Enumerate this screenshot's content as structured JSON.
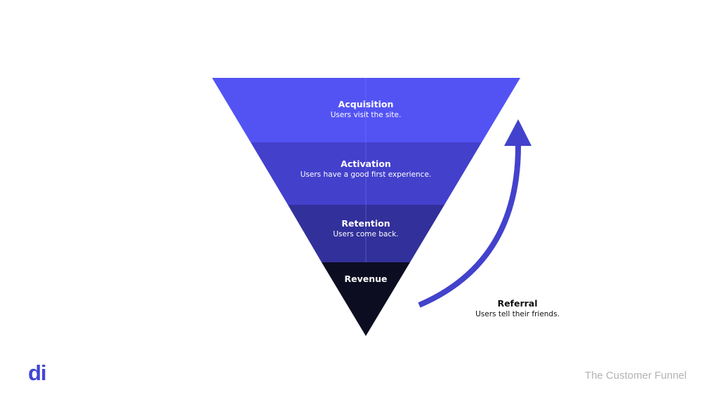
{
  "funnel": {
    "stages": [
      {
        "title": "Acquisition",
        "subtitle": "Users visit the site."
      },
      {
        "title": "Activation",
        "subtitle": "Users have a good first experience."
      },
      {
        "title": "Retention",
        "subtitle": "Users come back."
      },
      {
        "title": "Revenue"
      }
    ],
    "referral": {
      "title": "Referral",
      "subtitle": "Users tell their friends."
    }
  },
  "colors": {
    "acquisition": "#5353f4",
    "activation": "#4340cc",
    "retention": "#32309a",
    "revenue": "#0d0d22",
    "arrow": "#4342cc"
  },
  "logo": "di",
  "footer": "The Customer Funnel"
}
